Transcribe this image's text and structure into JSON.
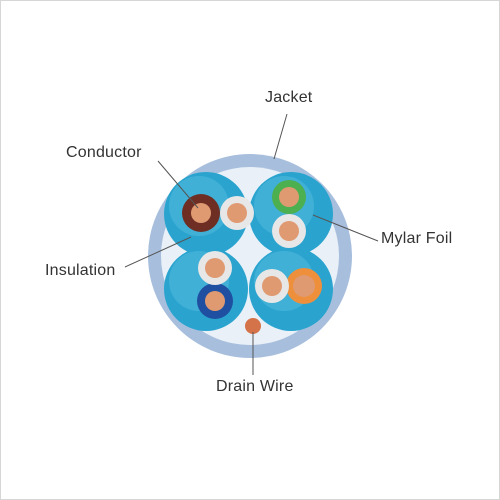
{
  "labels": {
    "jacket": "Jacket",
    "conductor": "Conductor",
    "insulation": "Insulation",
    "mylar_foil": "Mylar Foil",
    "drain_wire": "Drain Wire"
  },
  "colors": {
    "jacket": "#a7bfdd",
    "jacket_inner": "#e9f0f8",
    "mylar_foil": "#2aa4cf",
    "mylar_foil_light": "#6cc8e6",
    "insulation_white": "#e7e7e7",
    "insulation_brown": "#6e2e24",
    "insulation_green": "#4caf50",
    "insulation_blue": "#1f4fa0",
    "insulation_orange": "#ee8f3c",
    "conductor_copper": "#e09a72",
    "leader_line": "#555555"
  },
  "components": [
    "jacket",
    "mylar-foil-pair-shield",
    "insulation",
    "conductor",
    "drain-wire"
  ]
}
